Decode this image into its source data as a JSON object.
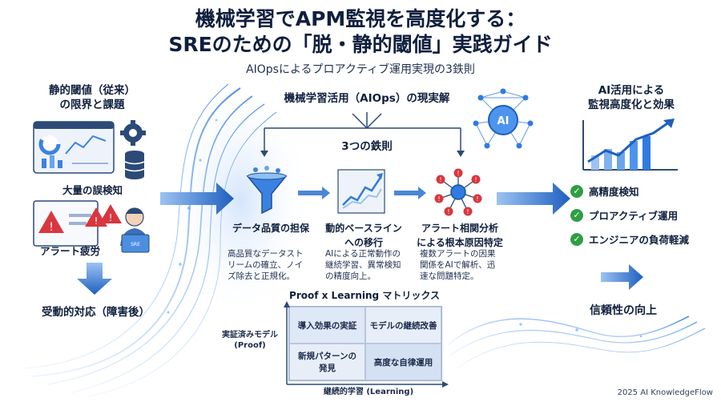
{
  "title_line1": "機械学習でAPM監視を高度化する：",
  "title_line2": "SREのための「脱・静的閾値」実践ガイド",
  "subtitle": "AIOpsによるプロアクティブ運用実現の3鉄則",
  "left": {
    "heading_line1": "静的閾値（従来）",
    "heading_line2": "の限界と課題",
    "false_positive": "大量の誤検知",
    "alert_fatigue": "アラート疲労",
    "reactive": "受動的対応（障害後）",
    "laptop_label": "SRE"
  },
  "center": {
    "heading": "機械学習活用（AIOps）の現実解",
    "rules": "3つの鉄則",
    "step1_title": "データ品質の担保",
    "step1_body": [
      "高品質なデータスト",
      "リームの確立、ノイ",
      "ズ除去と正規化。"
    ],
    "step2_title_line1": "動的ベースライン",
    "step2_title_line2": "への移行",
    "step2_body": [
      "AIによる正常動作の",
      "継続学習、異常検知",
      "の精度向上。"
    ],
    "step3_title_line1": "アラート相関分析",
    "step3_title_line2": "による根本原因特定",
    "step3_body": [
      "複数アラートの因果",
      "関係をAIで解析、迅",
      "速な問題特定。"
    ]
  },
  "right": {
    "heading_line1": "AI活用による",
    "heading_line2": "監視高度化と効果",
    "benefits": [
      "高精度検知",
      "プロアクティブ運用",
      "エンジニアの負荷軽減"
    ],
    "reliability": "信頼性の向上",
    "ai_badge": "AI"
  },
  "matrix": {
    "title": "Proof x Learning マトリックス",
    "cells": [
      "導入効果の実証",
      "モデルの継続改善",
      "新規パターンの\n発見",
      "高度な自律運用"
    ],
    "y_label_line1": "実証済みモデル",
    "y_label_line2": "(Proof)",
    "x_label": "継続的学習 (Learning)"
  },
  "footer": "2025 AI KnowledgeFlow",
  "colors": {
    "accent": "#1f5fbf",
    "light": "#7fb2ee",
    "check": "#2f9e44",
    "alert": "#d9363e"
  }
}
